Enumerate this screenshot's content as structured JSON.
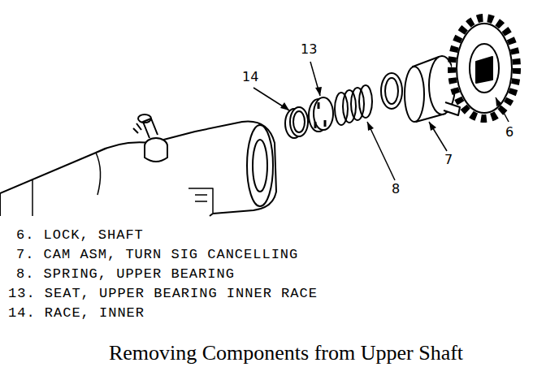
{
  "diagram": {
    "caption": "Removing Components from Upper Shaft",
    "labels": [
      "13",
      "14",
      "6",
      "7",
      "8",
      "6. LOCK, SHAFT",
      "7. CAM ASM, TURN SIG CANCELLING",
      "8. SPRING, UPPER BEARING",
      "13. SEAT, UPPER BEARING INNER RACE",
      "14. RACE, INNER"
    ]
  }
}
